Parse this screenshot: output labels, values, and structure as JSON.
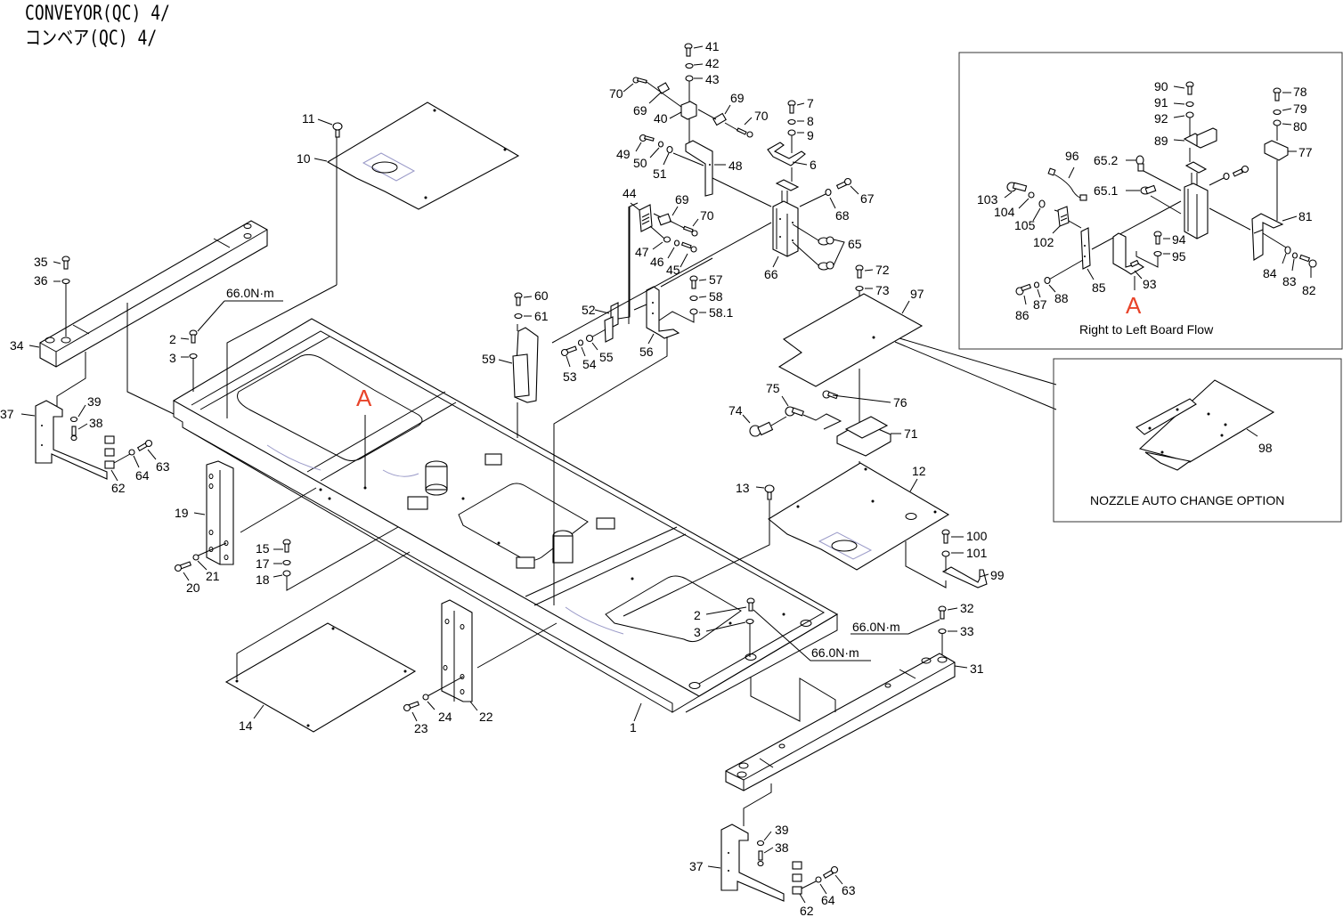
{
  "title": {
    "line1": "CONVEYOR(QC) 4/",
    "line2": "コンベア(QC) 4/"
  },
  "torque_spec": "66.0N·m",
  "section_marker": "A",
  "insets": {
    "board_flow": {
      "caption": "Right to Left Board Flow",
      "marker": "A"
    },
    "nozzle_option": {
      "caption": "NOZZLE AUTO CHANGE OPTION"
    }
  },
  "callouts": {
    "p1": "1",
    "p2": "2",
    "p3": "3",
    "p6": "6",
    "p7": "7",
    "p8": "8",
    "p9": "9",
    "p10": "10",
    "p11": "11",
    "p12": "12",
    "p13": "13",
    "p14": "14",
    "p15": "15",
    "p17": "17",
    "p18": "18",
    "p19": "19",
    "p20": "20",
    "p21": "21",
    "p22": "22",
    "p23": "23",
    "p24": "24",
    "p31": "31",
    "p32": "32",
    "p33": "33",
    "p34": "34",
    "p35": "35",
    "p36": "36",
    "p37": "37",
    "p38": "38",
    "p39": "39",
    "p40": "40",
    "p41": "41",
    "p42": "42",
    "p43": "43",
    "p44": "44",
    "p45": "45",
    "p46": "46",
    "p47": "47",
    "p48": "48",
    "p49": "49",
    "p50": "50",
    "p51": "51",
    "p52": "52",
    "p53": "53",
    "p54": "54",
    "p55": "55",
    "p56": "56",
    "p57": "57",
    "p58": "58",
    "p58_1": "58.1",
    "p59": "59",
    "p60": "60",
    "p61": "61",
    "p62": "62",
    "p63": "63",
    "p64": "64",
    "p65": "65",
    "p65_1": "65.1",
    "p65_2": "65.2",
    "p66": "66",
    "p67": "67",
    "p68": "68",
    "p69": "69",
    "p70": "70",
    "p71": "71",
    "p72": "72",
    "p73": "73",
    "p74": "74",
    "p75": "75",
    "p76": "76",
    "p77": "77",
    "p78": "78",
    "p79": "79",
    "p80": "80",
    "p81": "81",
    "p82": "82",
    "p83": "83",
    "p84": "84",
    "p85": "85",
    "p86": "86",
    "p87": "87",
    "p88": "88",
    "p89": "89",
    "p90": "90",
    "p91": "91",
    "p92": "92",
    "p93": "93",
    "p94": "94",
    "p95": "95",
    "p96": "96",
    "p97": "97",
    "p98": "98",
    "p99": "99",
    "p100": "100",
    "p101": "101",
    "p102": "102",
    "p103": "103",
    "p104": "104",
    "p105": "105"
  }
}
